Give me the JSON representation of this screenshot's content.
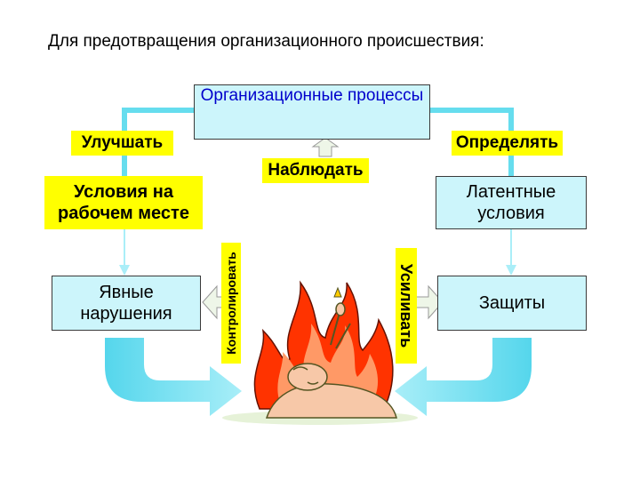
{
  "title": "Для предотвращения организационного происшествия:",
  "boxes": {
    "org_processes": "Организационные процессы",
    "work_conditions": "Условия на рабочем месте",
    "latent_conditions": "Латентные условия",
    "explicit_violations": "Явные нарушения",
    "protections": "Защиты"
  },
  "actions": {
    "improve": "Улучшать",
    "define": "Определять",
    "observe": "Наблюдать",
    "control": "Контролировать",
    "strengthen": "Усиливать"
  },
  "colors": {
    "box_fill": "#ccf5fb",
    "label_fill": "#ffff00",
    "arrow": "#66ddee",
    "flame_outer": "#ff3300",
    "flame_inner": "#ff9966"
  },
  "illustration": "person-in-fire-clipart"
}
